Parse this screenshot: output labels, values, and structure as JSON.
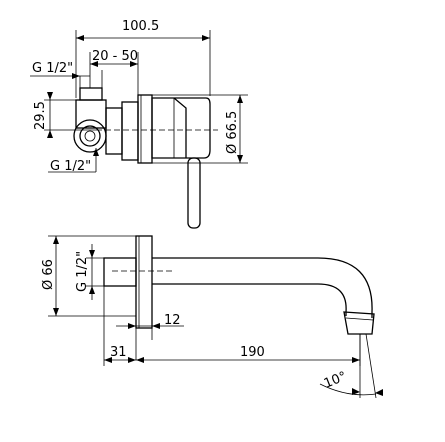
{
  "top_view": {
    "dim_overall_width": "100.5",
    "dim_depth_range": "20 - 50",
    "dim_inlet_top": "G 1/2\"",
    "dim_inlet_bottom": "G 1/2\"",
    "dim_height": "29.5",
    "dim_plate_diameter": "Ø 66.5"
  },
  "spout_view": {
    "dim_plate_diameter": "Ø 66",
    "dim_thread": "G 1/2\"",
    "dim_plate_thickness": "12",
    "dim_offset": "31",
    "dim_spout_length": "190",
    "dim_angle": "10°"
  }
}
